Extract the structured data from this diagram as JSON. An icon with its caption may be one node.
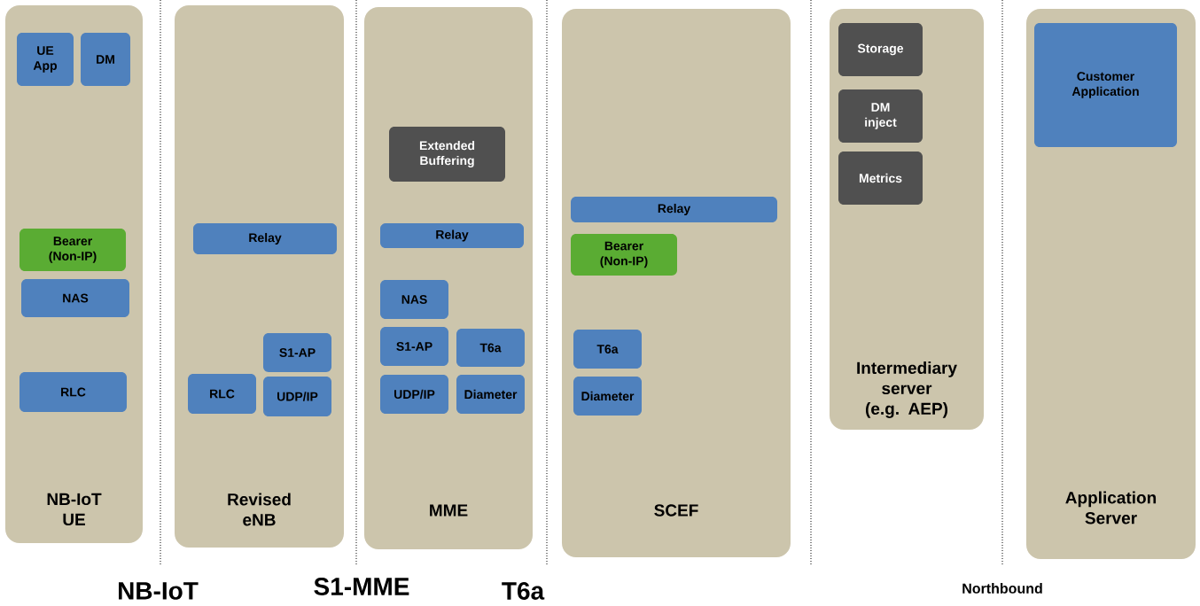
{
  "diagram": {
    "nodes": [
      {
        "text": [
          "NB-IoT UE"
        ]
      },
      {
        "text": [
          "UE App"
        ],
        "in": 0
      },
      {
        "text": [
          "DM"
        ],
        "in": 0
      },
      {
        "text": [
          "Bearer (Non-IP)"
        ],
        "in": 0
      },
      {
        "text": [
          "NAS"
        ],
        "in": 0
      },
      {
        "text": [
          "RLC"
        ],
        "in": 0
      },
      {
        "text": [
          "Revised eNB"
        ]
      },
      {
        "text": [
          "Relay"
        ],
        "in": 6
      },
      {
        "text": [
          "S1-AP"
        ],
        "in": 6
      },
      {
        "text": [
          "RLC"
        ],
        "in": 6
      },
      {
        "text": [
          "UDP/IP"
        ],
        "in": 6
      },
      {
        "text": [
          "MME"
        ]
      },
      {
        "text": [
          "Extended Buffering"
        ],
        "in": 11
      },
      {
        "text": [
          "Relay"
        ],
        "in": 11
      },
      {
        "text": [
          "NAS"
        ],
        "in": 11
      },
      {
        "text": [
          "S1-AP"
        ],
        "in": 11
      },
      {
        "text": [
          "T6a"
        ],
        "in": 11
      },
      {
        "text": [
          "UDP/IP"
        ],
        "in": 11
      },
      {
        "text": [
          "Diameter"
        ],
        "in": 11
      },
      {
        "text": [
          "SCEF"
        ]
      },
      {
        "text": [
          "Relay"
        ],
        "in": 19
      },
      {
        "text": [
          "Bearer (Non-IP)"
        ],
        "in": 19
      },
      {
        "text": [
          "T6a"
        ],
        "in": 19
      },
      {
        "text": [
          "Diameter"
        ],
        "in": 19
      },
      {
        "text": [
          "Intermediary server (e.g. AEP)"
        ]
      },
      {
        "text": [
          "Storage"
        ],
        "in": 24
      },
      {
        "text": [
          "DM inject"
        ],
        "in": 24
      },
      {
        "text": [
          "Metrics"
        ],
        "in": 24
      },
      {
        "text": [
          "Application Server"
        ]
      },
      {
        "text": [
          "Customer Application"
        ],
        "in": 28
      }
    ],
    "labels": [
      "NB-IoT",
      "S1-MME",
      "T6a",
      "Northbound"
    ]
  }
}
